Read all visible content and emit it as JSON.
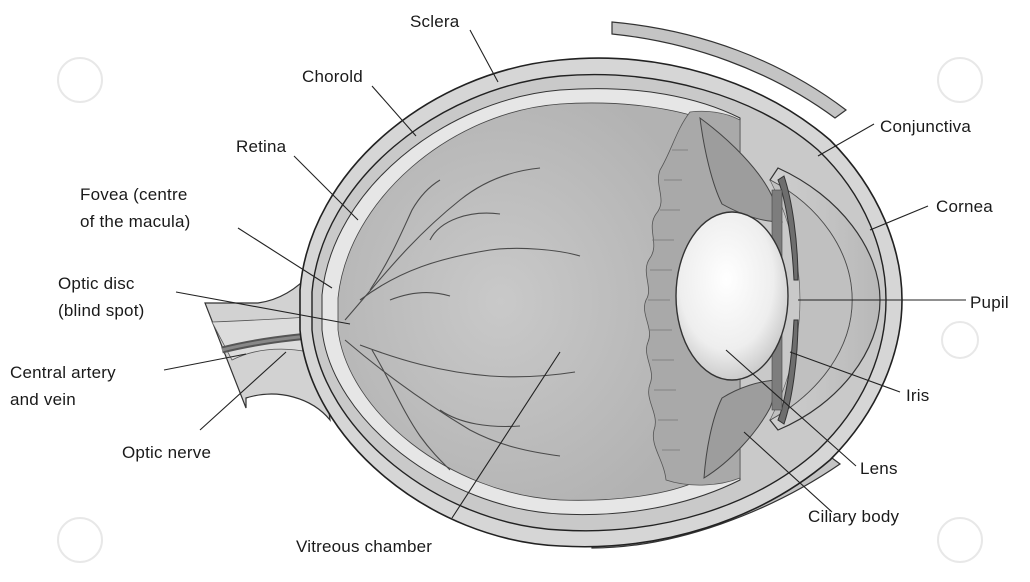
{
  "diagram": {
    "labels": {
      "sclera": "Sclera",
      "choroid": "Chorold",
      "retina": "Retina",
      "fovea_line1": "Fovea (centre",
      "fovea_line2": "of the macula)",
      "optic_disc_line1": "Optic disc",
      "optic_disc_line2": "(blind spot)",
      "central_artery_line1": "Central artery",
      "central_artery_line2": "and vein",
      "optic_nerve": "Optic nerve",
      "vitreous_chamber": "Vitreous chamber",
      "conjunctiva": "Conjunctiva",
      "cornea": "Cornea",
      "pupil": "Pupil",
      "iris": "Iris",
      "lens": "Lens",
      "ciliary_body": "Ciliary body"
    },
    "colors": {
      "sclera_outer": "#d4d4d4",
      "sclera_line": "#222222",
      "vitreous": "#bdbdbd",
      "retina_band": "#e6e6e6",
      "lens": "#f4f4f4",
      "ciliary": "#a8a8a8",
      "eyelid": "#c4c4c4"
    }
  }
}
